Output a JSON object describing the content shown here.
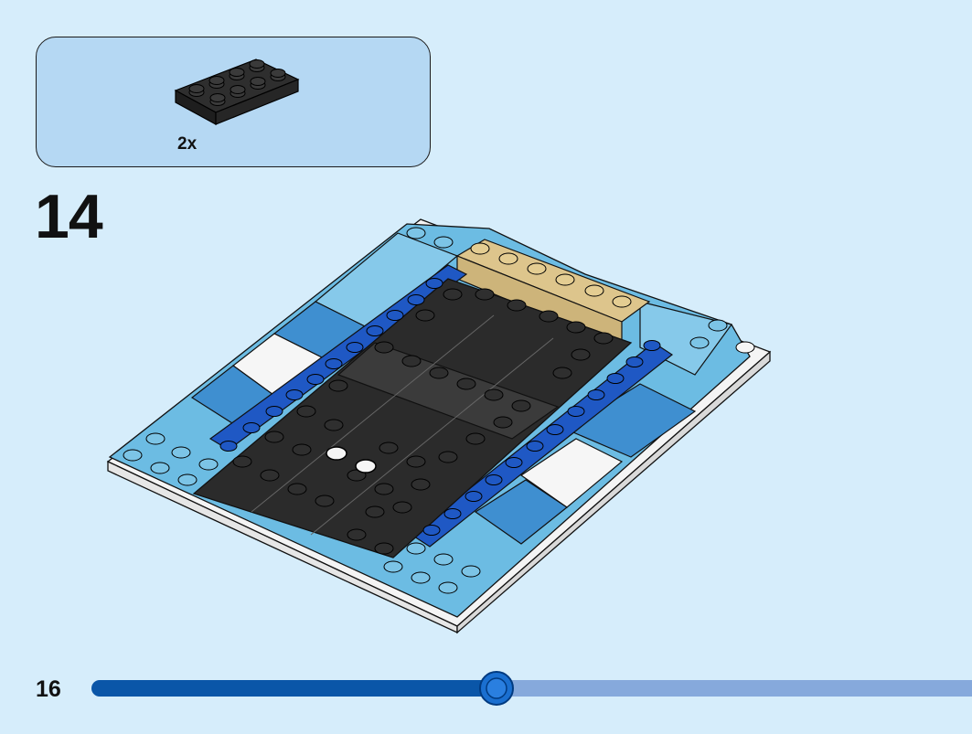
{
  "parts_list": {
    "items": [
      {
        "icon": "black-2x4-plate",
        "color": "#2b2b2b",
        "quantity": "2x"
      }
    ]
  },
  "step": {
    "number": "14"
  },
  "page": {
    "number": "16"
  },
  "progress": {
    "fraction": 0.46
  },
  "colors": {
    "background": "#d6edfb",
    "parts_box": "#b5d8f3",
    "progress_done": "#0a56a8",
    "progress_remaining": "#86a9dc",
    "black_brick": "#2b2b2b",
    "light_blue_brick": "#5fb2dc",
    "blue_brick": "#1f58c4",
    "tan_brick": "#ddc58c",
    "white_brick": "#f5f5f5"
  }
}
